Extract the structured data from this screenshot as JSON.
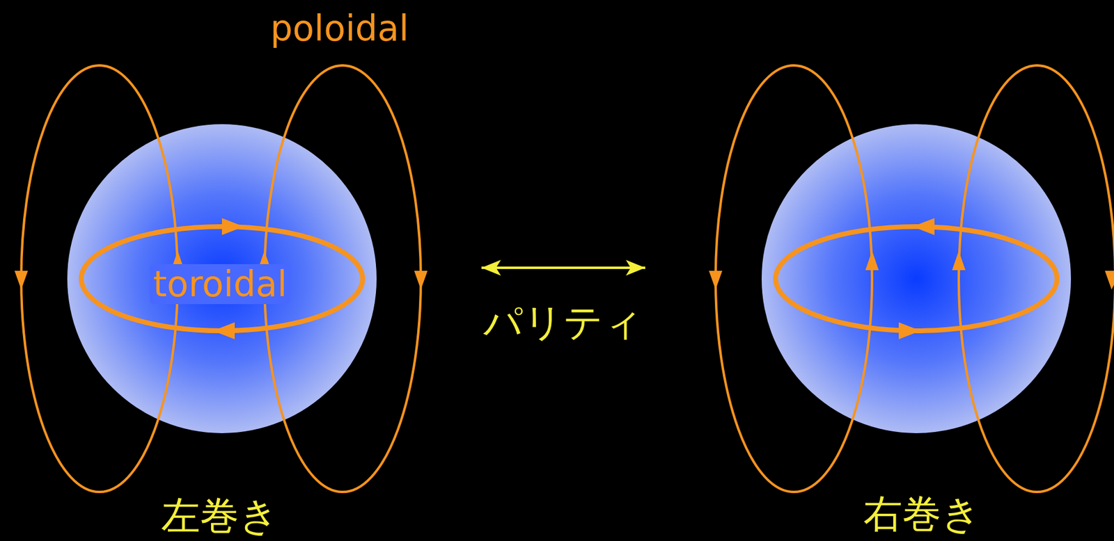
{
  "diagram": {
    "nodes": [
      {
        "text": [
          "toroidal",
          "左巻き"
        ]
      },
      {
        "text": [
          "右巻き"
        ]
      }
    ],
    "edges": [
      {
        "from": 0,
        "to": 1,
        "arrow": "both",
        "label": "パリティ"
      }
    ],
    "labels": [
      "poloidal"
    ]
  }
}
